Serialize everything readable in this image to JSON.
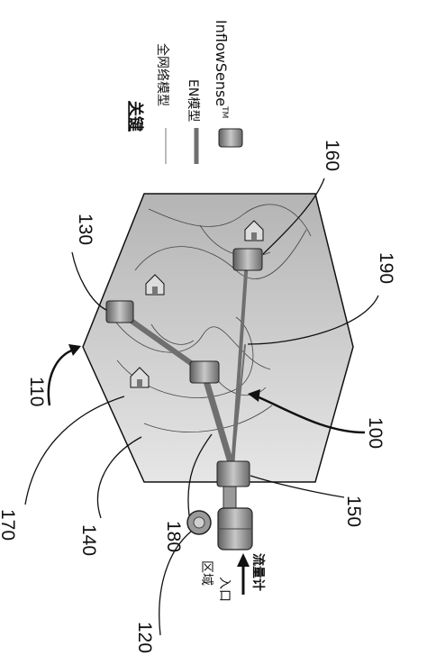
{
  "legend": {
    "title": "关键",
    "full_network_model": "全网络模型",
    "en_model": "EN模型",
    "inflowsense": "InflowSense",
    "trademark": "TM"
  },
  "zone_inlet": {
    "line1": "区域",
    "line2": "入口"
  },
  "flow_meter": "流量计",
  "reference_numerals": {
    "n100": "100",
    "n110": "110",
    "n120": "120",
    "n130": "130",
    "n140": "140",
    "n150": "150",
    "n160": "160",
    "n170": "170",
    "n180": "180",
    "n190": "190"
  },
  "colors": {
    "region_fill": "#bdbdbd",
    "pipe": "#6f6f6f",
    "device": "#8a8a8a",
    "outline": "#111111"
  }
}
